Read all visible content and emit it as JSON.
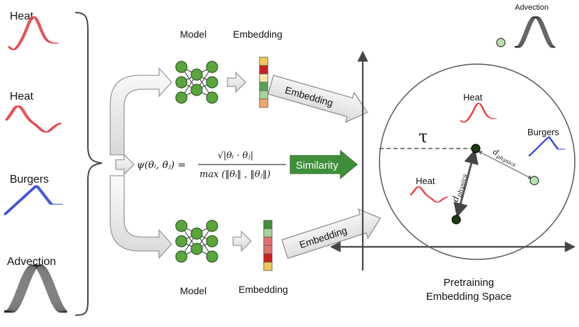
{
  "left_panel": {
    "curves": [
      {
        "label": "Heat",
        "color": "#e8333a"
      },
      {
        "label": "Heat",
        "color": "#e8333a"
      },
      {
        "label": "Burgers",
        "color": "#2a39d8"
      },
      {
        "label": "Advection",
        "color": "#222222"
      }
    ]
  },
  "pipeline": {
    "top_model_label": "Model",
    "top_embedding_label": "Embedding",
    "bottom_model_label": "Model",
    "bottom_embedding_label": "Embedding",
    "arrow_top_label": "Embedding",
    "arrow_bottom_label": "Embedding",
    "similarity_label": "Similarity",
    "formula": {
      "lhs": "ψ(θᵢ, θⱼ) =",
      "numerator": "√|θᵢ · θⱼ|",
      "denominator": "max (‖θᵢ‖ , ‖θⱼ‖)"
    },
    "top_vector_colors": [
      "#f0c85a",
      "#cc1f1f",
      "#f7e6a6",
      "#5aa352",
      "#a8d49a",
      "#f2a86a"
    ],
    "bottom_vector_colors": [
      "#3f8f3a",
      "#a8d49a",
      "#e4716f",
      "#e4716f",
      "#cc1f1f",
      "#f0c85a"
    ],
    "similarity_color": "#3f8f3a",
    "node_color": "#5aa63c"
  },
  "embedding_space": {
    "title_line1": "Pretraining",
    "title_line2": "Embedding Space",
    "threshold_symbol": "τ",
    "heat_top_label": "Heat",
    "burgers_label": "Burgers",
    "heat_bottom_label": "Heat",
    "advection_label": "Advection",
    "distance_label_main": "d_physics",
    "distance_label_small": "d_physics"
  }
}
